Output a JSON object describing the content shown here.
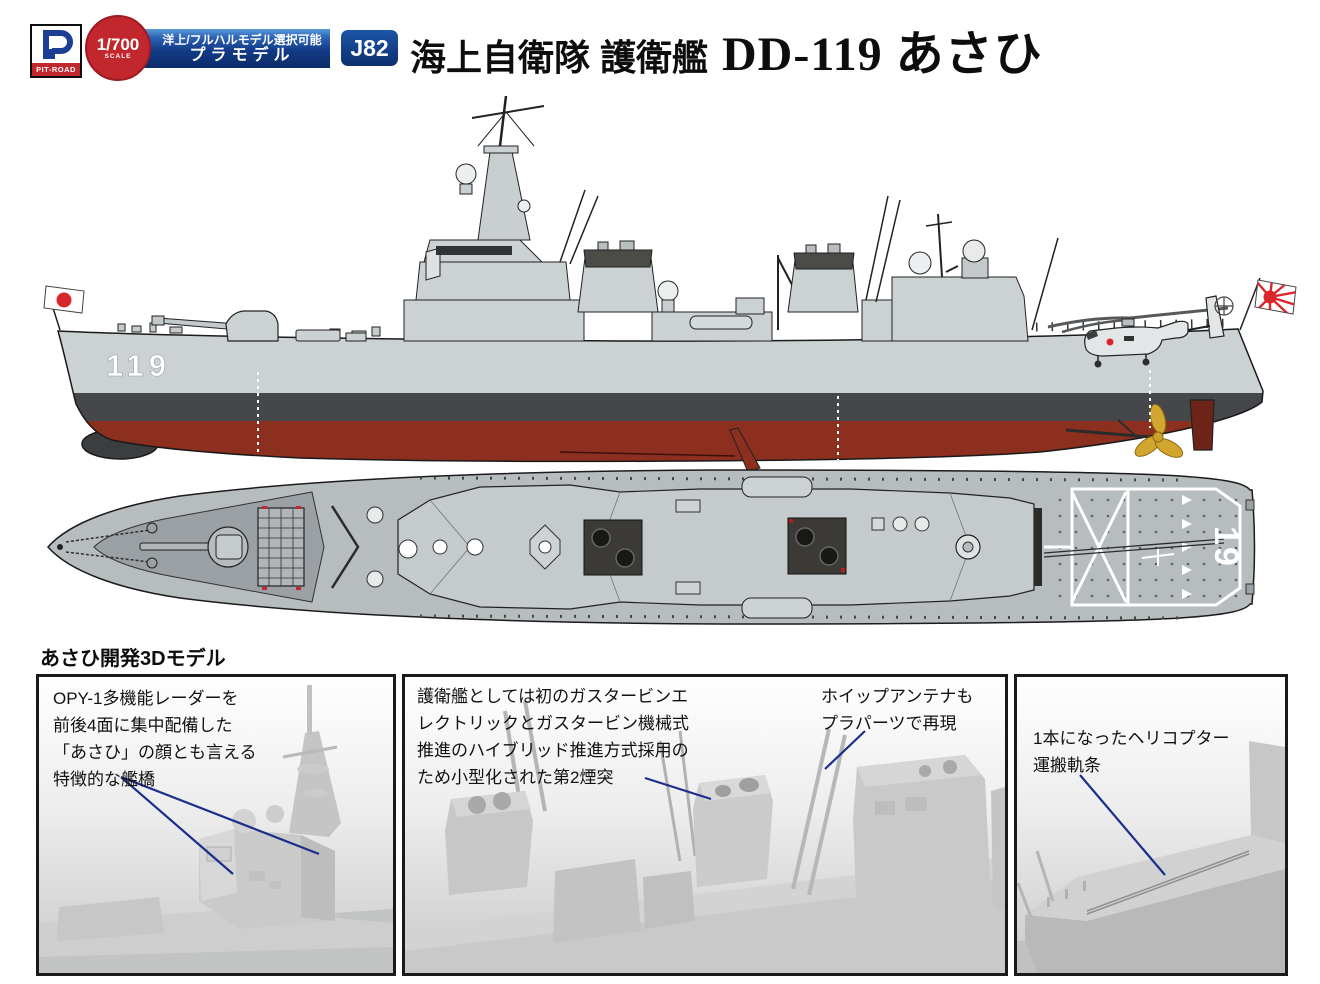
{
  "header": {
    "brand": {
      "name": "PIT-ROAD"
    },
    "scale_badge": {
      "scale": "1/700",
      "label": "SCALE"
    },
    "type_banner": {
      "line1": "洋上/フルハルモデル選択可能",
      "line2": "プラモデル"
    },
    "kit_number": "J82",
    "title_prefix": "海上自衛隊 護衛艦",
    "title_name": "DD-119 あさひ"
  },
  "ship": {
    "hull_number": "119",
    "flight_deck_number": "19"
  },
  "model_section": {
    "heading": "あさひ開発3Dモデル",
    "panels": [
      {
        "caption": "OPY-1多機能レーダーを\n前後4面に集中配備した\n「あさひ」の顔とも言える\n特徴的な艦橋"
      },
      {
        "caption": "護衛艦としては初のガスタービンエ\nレクトリックとガスタービン機械式\n推進のハイブリッド推進方式採用の\nため小型化された第2煙突",
        "caption2": "ホイップアンテナも\nプラパーツで再現"
      },
      {
        "caption": "1本になったヘリコプター\n運搬軌条"
      }
    ]
  },
  "palette": {
    "navy": "#0c2f6e",
    "badge_red": "#c1272d",
    "hull_grey": "#ccd1d3",
    "boot_stripe": "#45474a",
    "hull_bottom_red": "#8c2f1f",
    "funnel_cap": "#4b4b47",
    "annotation_blue": "#1b2f8a",
    "propeller_gold": "#d2a62e"
  }
}
